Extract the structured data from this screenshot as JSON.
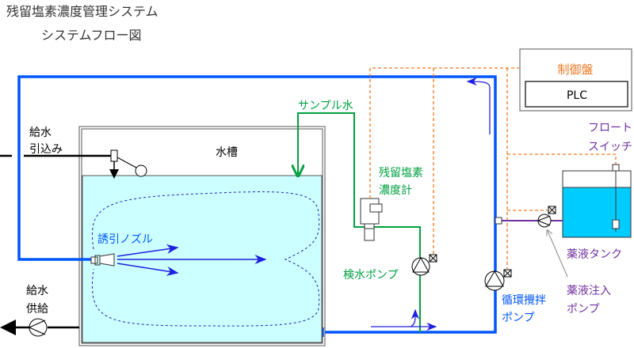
{
  "title": "残留塩素濃度管理システム",
  "subtitle": "システムフロー図",
  "labels": {
    "supply_in_1": "給水",
    "supply_in_2": "引込み",
    "water_tank": "水槽",
    "supply_out_1": "給水",
    "supply_out_2": "供給",
    "nozzle": "誘引ノズル",
    "sample_water": "サンプル水",
    "analyzer_1": "残留塩素",
    "analyzer_2": "濃度計",
    "sample_pump": "検水ポンプ",
    "circ_pump_1": "循環攪拌",
    "circ_pump_2": "ポンプ",
    "control_panel": "制御盤",
    "plc": "PLC",
    "float_switch_1": "フロート",
    "float_switch_2": "スイッチ",
    "chem_tank": "薬液タンク",
    "chem_pump_1": "薬液注入",
    "chem_pump_2": "ポンプ"
  },
  "colors": {
    "circulation": "#0055ff",
    "sample": "#00a040",
    "signal": "#f07820",
    "chemical": "#7030a0",
    "tank_water": "#ccffff",
    "chem_water": "#00ccff"
  }
}
